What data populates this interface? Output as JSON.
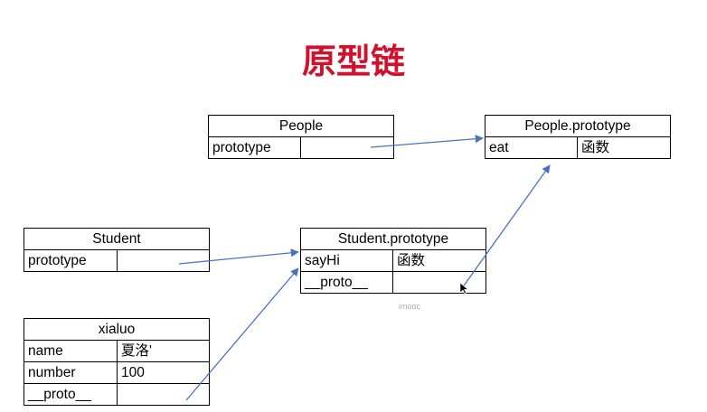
{
  "title": "原型链",
  "colors": {
    "title": "#d0112b",
    "arrow": "#4a72c4",
    "border": "#000000"
  },
  "tables": {
    "people": {
      "header": "People",
      "rows": [
        [
          "prototype",
          ""
        ]
      ]
    },
    "people_prototype": {
      "header": "People.prototype",
      "rows": [
        [
          "eat",
          "函数"
        ]
      ]
    },
    "student": {
      "header": "Student",
      "rows": [
        [
          "prototype",
          ""
        ]
      ]
    },
    "student_prototype": {
      "header": "Student.prototype",
      "rows": [
        [
          "sayHi",
          "函数"
        ],
        [
          "__proto__",
          ""
        ]
      ]
    },
    "xialuo": {
      "header": "xialuo",
      "rows": [
        [
          "name",
          "夏洛'"
        ],
        [
          "number",
          "100"
        ],
        [
          "__proto__",
          ""
        ]
      ]
    }
  },
  "watermark": "imooc",
  "cursor_icon": "mouse-pointer-icon"
}
